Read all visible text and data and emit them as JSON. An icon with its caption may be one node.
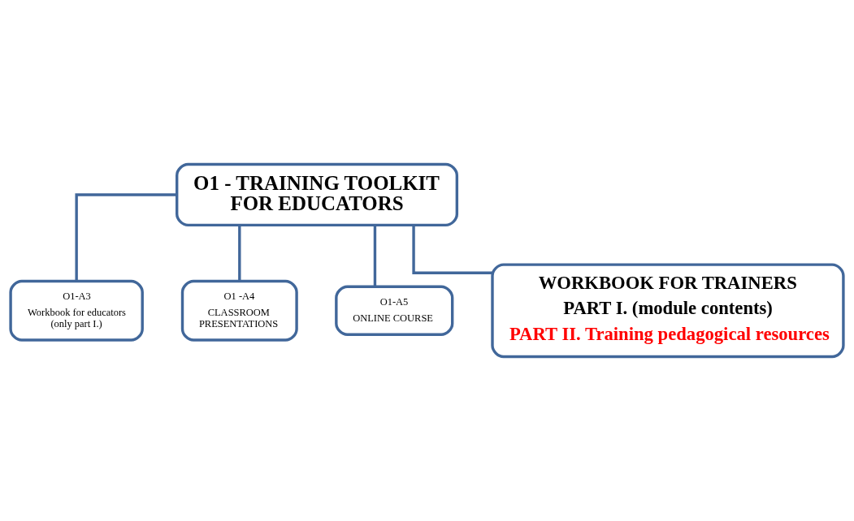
{
  "diagram": {
    "nodes": [
      {
        "text": [
          "O1 - TRAINING TOOLKIT FOR EDUCATORS"
        ]
      },
      {
        "text": [
          "O1-A3",
          "Workbook for educators (only part I.)"
        ]
      },
      {
        "text": [
          "O1 -A4",
          "CLASSROOM PRESENTATIONS"
        ]
      },
      {
        "text": [
          "O1-A5",
          "ONLINE COURSE"
        ]
      },
      {
        "text": [
          "WORKBOOK FOR TRAINERS",
          "PART I. (module contents)",
          "PART II. Training pedagogical resources"
        ]
      }
    ],
    "edges": [
      {
        "from": 0,
        "to": 1,
        "arrow": "none"
      },
      {
        "from": 0,
        "to": 2,
        "arrow": "none"
      },
      {
        "from": 0,
        "to": 3,
        "arrow": "none"
      },
      {
        "from": 0,
        "to": 4,
        "arrow": "none"
      }
    ]
  }
}
